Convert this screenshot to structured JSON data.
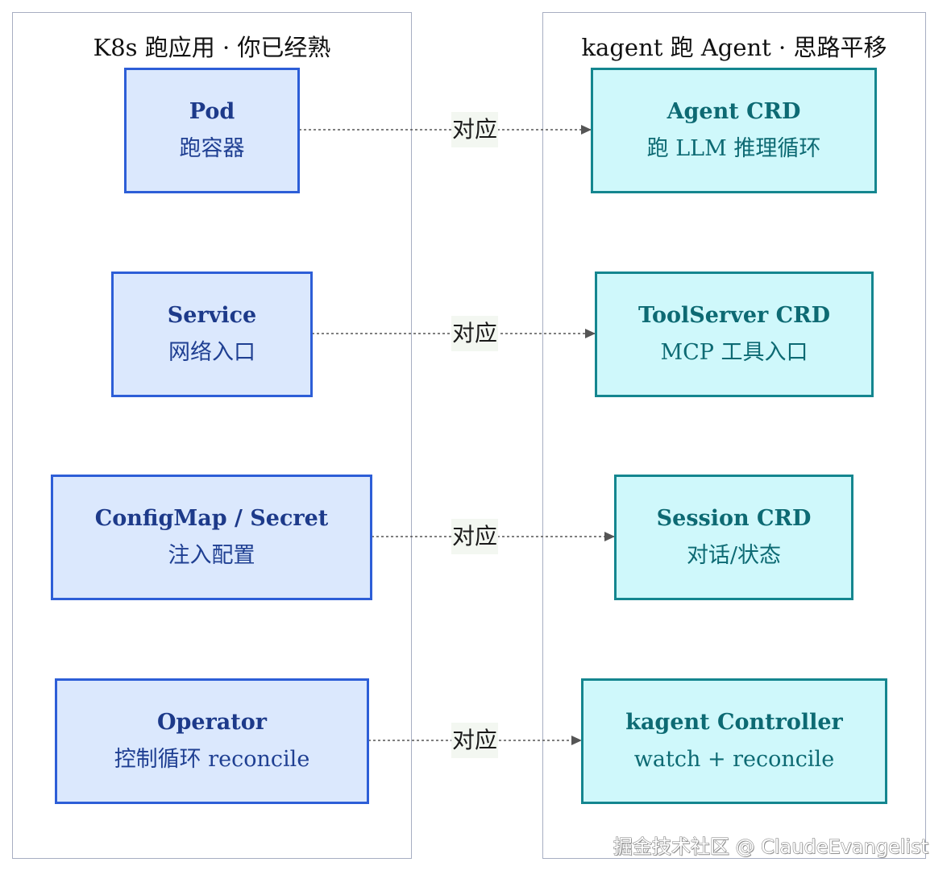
{
  "groups": {
    "k8s": {
      "title": "K8s 跑应用 · 你已经熟"
    },
    "kagent": {
      "title": "kagent 跑 Agent · 思路平移"
    }
  },
  "k8s_nodes": [
    {
      "title": "Pod",
      "subtitle": "跑容器"
    },
    {
      "title": "Service",
      "subtitle": "网络入口"
    },
    {
      "title": "ConfigMap / Secret",
      "subtitle": "注入配置"
    },
    {
      "title": "Operator",
      "subtitle": "控制循环 reconcile"
    }
  ],
  "kagent_nodes": [
    {
      "title": "Agent CRD",
      "subtitle": "跑 LLM 推理循环"
    },
    {
      "title": "ToolServer CRD",
      "subtitle": "MCP 工具入口"
    },
    {
      "title": "Session CRD",
      "subtitle": "对话/状态"
    },
    {
      "title": "kagent Controller",
      "subtitle": "watch + reconcile"
    }
  ],
  "edges": [
    {
      "label": "对应"
    },
    {
      "label": "对应"
    },
    {
      "label": "对应"
    },
    {
      "label": "对应"
    }
  ],
  "watermark": "掘金技术社区 @ ClaudeEvangelist",
  "colors": {
    "k8s_fill": "#dbe8fd",
    "k8s_border": "#2d5ed7",
    "kagent_fill": "#cff8fb",
    "kagent_border": "#14868f",
    "edge": "#555555"
  }
}
